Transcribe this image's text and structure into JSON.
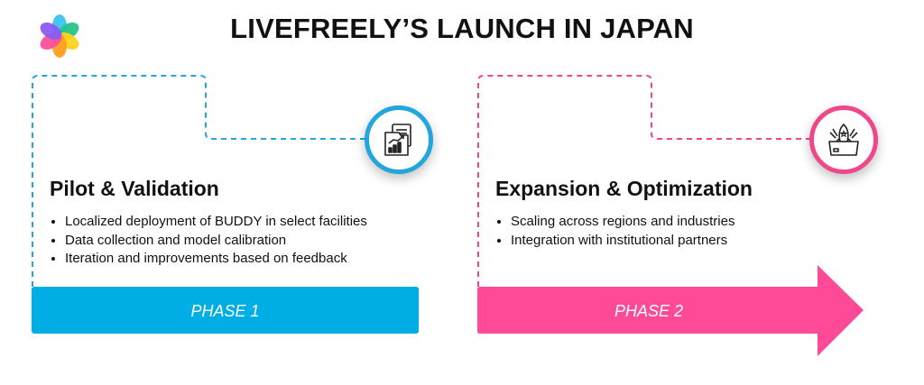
{
  "title": "LIVEFREELY’S LAUNCH IN JAPAN",
  "logo": {
    "icon": "flower-logo-icon"
  },
  "phases": [
    {
      "heading": "Pilot & Validation",
      "bullets": [
        "Localized deployment of BUDDY in select facilities",
        "Data collection and model calibration",
        "Iteration and improvements based on feedback"
      ],
      "label": "PHASE 1",
      "color": "#00aee6",
      "icon": "documents-chart-icon"
    },
    {
      "heading": "Expansion & Optimization",
      "bullets": [
        "Scaling across regions and industries",
        "Integration with institutional partners"
      ],
      "label": "PHASE 2",
      "color": "#ff4a98",
      "icon": "rocket-box-icon"
    }
  ]
}
